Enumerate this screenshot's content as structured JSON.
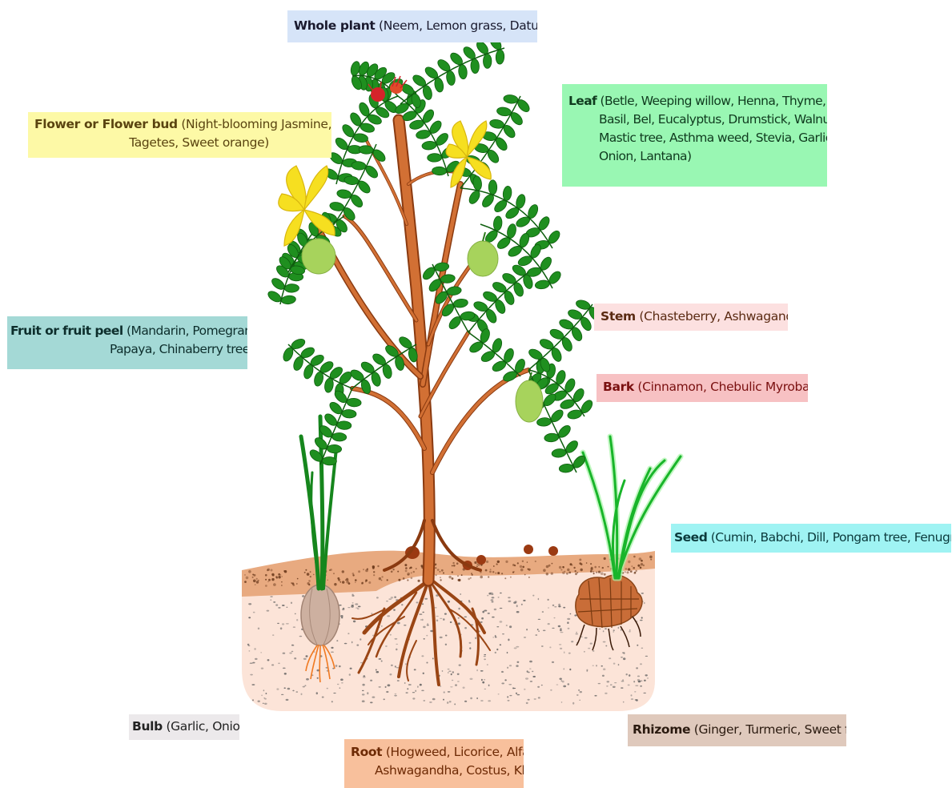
{
  "labels": {
    "whole_plant": {
      "name": "Whole plant",
      "lines": [
        "(Neem, Lemon grass, Datura)"
      ],
      "bg": "#d6e4f8",
      "text_color": "#1a1a2e"
    },
    "flower": {
      "name": "Flower or Flower bud",
      "lines": [
        "(Night-blooming Jasmine, Clove,",
        "Tagetes, Sweet orange)"
      ],
      "bg": "#fdf9a6",
      "text_color": "#5a4410"
    },
    "leaf": {
      "name": "Leaf",
      "lines": [
        "(Betle, Weeping willow, Henna, Thyme,",
        "Basil, Bel, Eucalyptus, Drumstick, Walnut,",
        "Mastic tree, Asthma weed, Stevia, Garlic,",
        "Onion, Lantana)"
      ],
      "bg": "#99f7b3",
      "text_color": "#0f3a1e"
    },
    "fruit": {
      "name": "Fruit or fruit peel",
      "lines": [
        "(Mandarin, Pomegranate,",
        "Papaya, Chinaberry tree)"
      ],
      "bg": "#a4d9d6",
      "text_color": "#0d2e2c"
    },
    "stem": {
      "name": "Stem",
      "lines": [
        "(Chasteberry, Ashwagandha)"
      ],
      "bg": "#fce0e0",
      "text_color": "#5a2a12"
    },
    "bark": {
      "name": "Bark",
      "lines": [
        "(Cinnamon, Chebulic Myrobalan)"
      ],
      "bg": "#f7c1c3",
      "text_color": "#7a1010"
    },
    "seed": {
      "name": "Seed",
      "lines": [
        "(Cumin, Babchi, Dill, Pongam tree, Fenugreek)"
      ],
      "bg": "#9ff3f3",
      "text_color": "#0b3a3c"
    },
    "bulb": {
      "name": "Bulb",
      "lines": [
        "(Garlic, Onion)"
      ],
      "bg": "#ece9eb",
      "text_color": "#222222"
    },
    "root": {
      "name": "Root",
      "lines": [
        "(Hogweed, Licorice, Alfalfa,",
        "Ashwagandha, Costus, Khus)"
      ],
      "bg": "#f8c09c",
      "text_color": "#6e2a05"
    },
    "rhizome": {
      "name": "Rhizome",
      "lines": [
        "(Ginger, Turmeric, Sweet flag)"
      ],
      "bg": "#dfc9bc",
      "text_color": "#2b1b10"
    }
  },
  "colors": {
    "leaf_green": "#1f8f1f",
    "leaf_dark": "#0e5e0e",
    "stem_brown": "#c8632a",
    "stem_dark": "#8a3a10",
    "flower_yellow": "#f4dd22",
    "fruit_green": "#a7d35c",
    "soil_top": "#e9b08a",
    "soil_body": "#fce4d8",
    "grass_green": "#2dd23a"
  }
}
